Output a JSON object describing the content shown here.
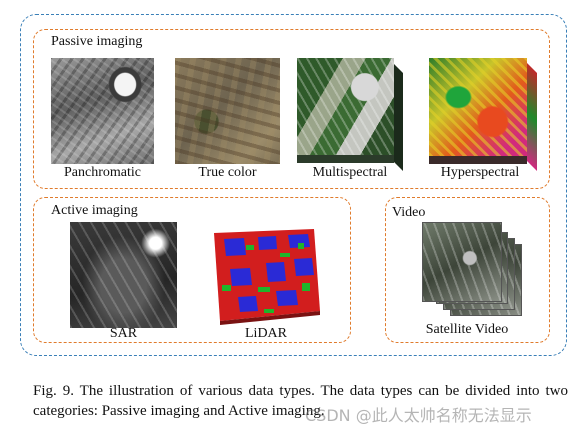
{
  "passive": {
    "title": "Passive imaging",
    "items": [
      "Panchromatic",
      "True color",
      "Multispectral",
      "Hyperspectral"
    ]
  },
  "active": {
    "title": "Active imaging",
    "items": [
      "SAR",
      "LiDAR"
    ]
  },
  "video": {
    "title": "Video",
    "caption": "Satellite Video"
  },
  "figure_caption": "Fig. 9.  The illustration of various data types. The data types can be divided into two categories: Passive imaging and Active imaging.",
  "watermark": "CSDN @此人太帅名称无法显示",
  "colors": {
    "outer_border": "#3a7fb7",
    "group_border": "#e07b2c"
  }
}
